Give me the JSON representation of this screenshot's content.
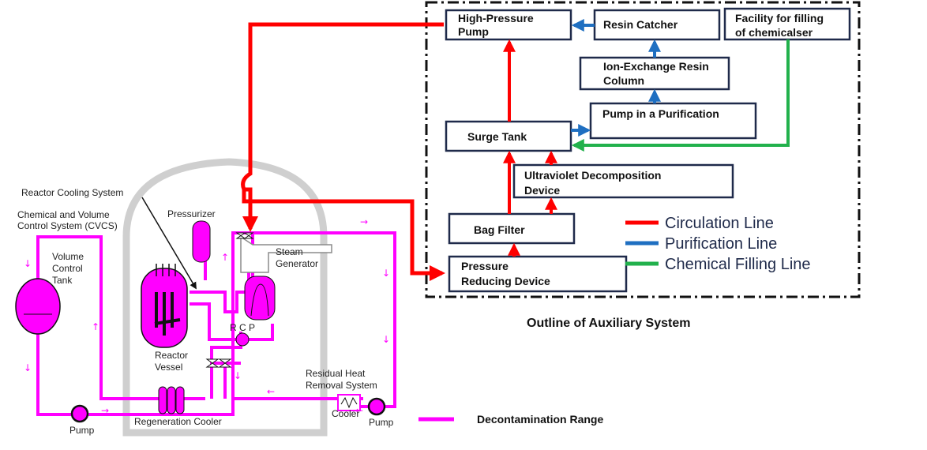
{
  "auxiliary": {
    "caption": "Outline of Auxiliary System",
    "boxes": {
      "high_pressure_pump": [
        "High-Pressure",
        "Pump"
      ],
      "resin_catcher": [
        "Resin Catcher"
      ],
      "facility_filling": [
        "Facility  for filling",
        "of chemicalser"
      ],
      "ion_exchange": [
        "Ion-Exchange Resin",
        "Column"
      ],
      "pump_purification": [
        "Pump in a Purification"
      ],
      "surge_tank": [
        "Surge Tank"
      ],
      "uv_device": [
        "Ultraviolet Decomposition",
        "Device"
      ],
      "bag_filter": [
        "Bag Filter"
      ],
      "pressure_reducing": [
        "Pressure",
        "Reducing Device"
      ]
    }
  },
  "legend": [
    {
      "label": "Circulation Line",
      "color": "#ff0000"
    },
    {
      "label": "Purification Line",
      "color": "#1f6fc1"
    },
    {
      "label": "Chemical Filling Line",
      "color": "#22b14c"
    }
  ],
  "plant": {
    "reactor_cooling_system": "Reactor Cooling System",
    "cvcs": [
      "Chemical and Volume",
      "Control System (CVCS)"
    ],
    "volume_control_tank": [
      "Volume",
      "Control",
      "Tank"
    ],
    "pressurizer": "Pressurizer",
    "steam_generator": [
      "Steam",
      "Generator"
    ],
    "rcp": "R C P",
    "reactor_vessel": [
      "Reactor",
      "Vessel"
    ],
    "residual_heat_removal": [
      "Residual Heat",
      "Removal System"
    ],
    "cooler": "Cooler",
    "pump_left": "Pump",
    "pump_right": "Pump",
    "regeneration_cooler": "Regeneration Cooler"
  },
  "decontamination": {
    "label": "Decontamination Range",
    "color": "#ff00ff"
  }
}
